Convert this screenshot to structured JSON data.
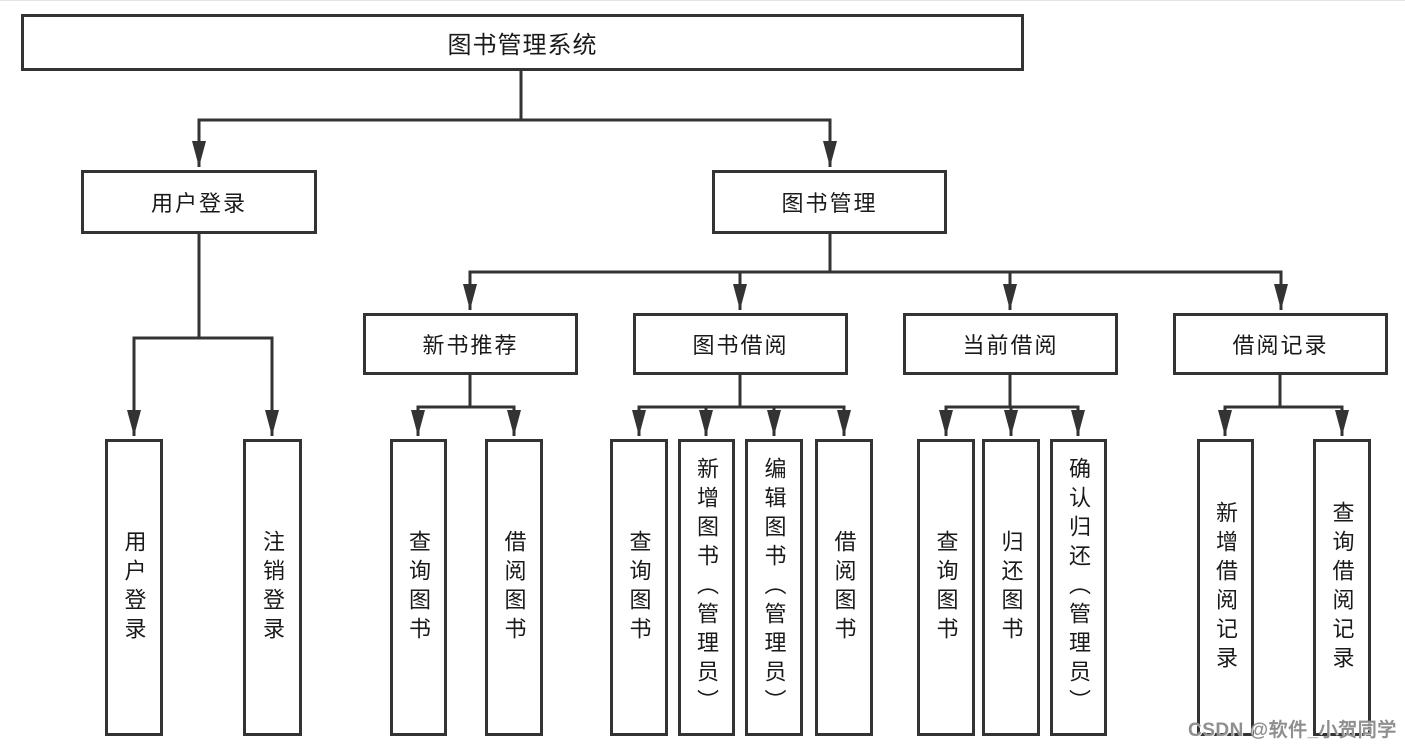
{
  "diagram": {
    "root": {
      "label": "图书管理系统"
    },
    "level2": {
      "user_login": {
        "label": "用户登录"
      },
      "book_management": {
        "label": "图书管理"
      }
    },
    "level3": {
      "new_book_recommend": {
        "label": "新书推荐"
      },
      "book_borrowing": {
        "label": "图书借阅"
      },
      "current_borrowing": {
        "label": "当前借阅"
      },
      "borrowing_records": {
        "label": "借阅记录"
      }
    },
    "leaves": {
      "user_login": [
        "用户登录",
        "注销登录"
      ],
      "new_book_recommend": [
        "查询图书",
        "借阅图书"
      ],
      "book_borrowing": [
        "查询图书",
        "新增图书（管理员）",
        "编辑图书（管理员）",
        "借阅图书"
      ],
      "current_borrowing": [
        "查询图书",
        "归还图书",
        "确认归还（管理员）"
      ],
      "borrowing_records": [
        "新增借阅记录",
        "查询借阅记录"
      ]
    },
    "colors": {
      "line": "#333333",
      "border": "#333333",
      "text": "#1a1a1a",
      "box_fill": "#ffffff"
    }
  },
  "watermark": {
    "text": "CSDN @软件_小贺同学",
    "color": "#8f8f8f"
  }
}
